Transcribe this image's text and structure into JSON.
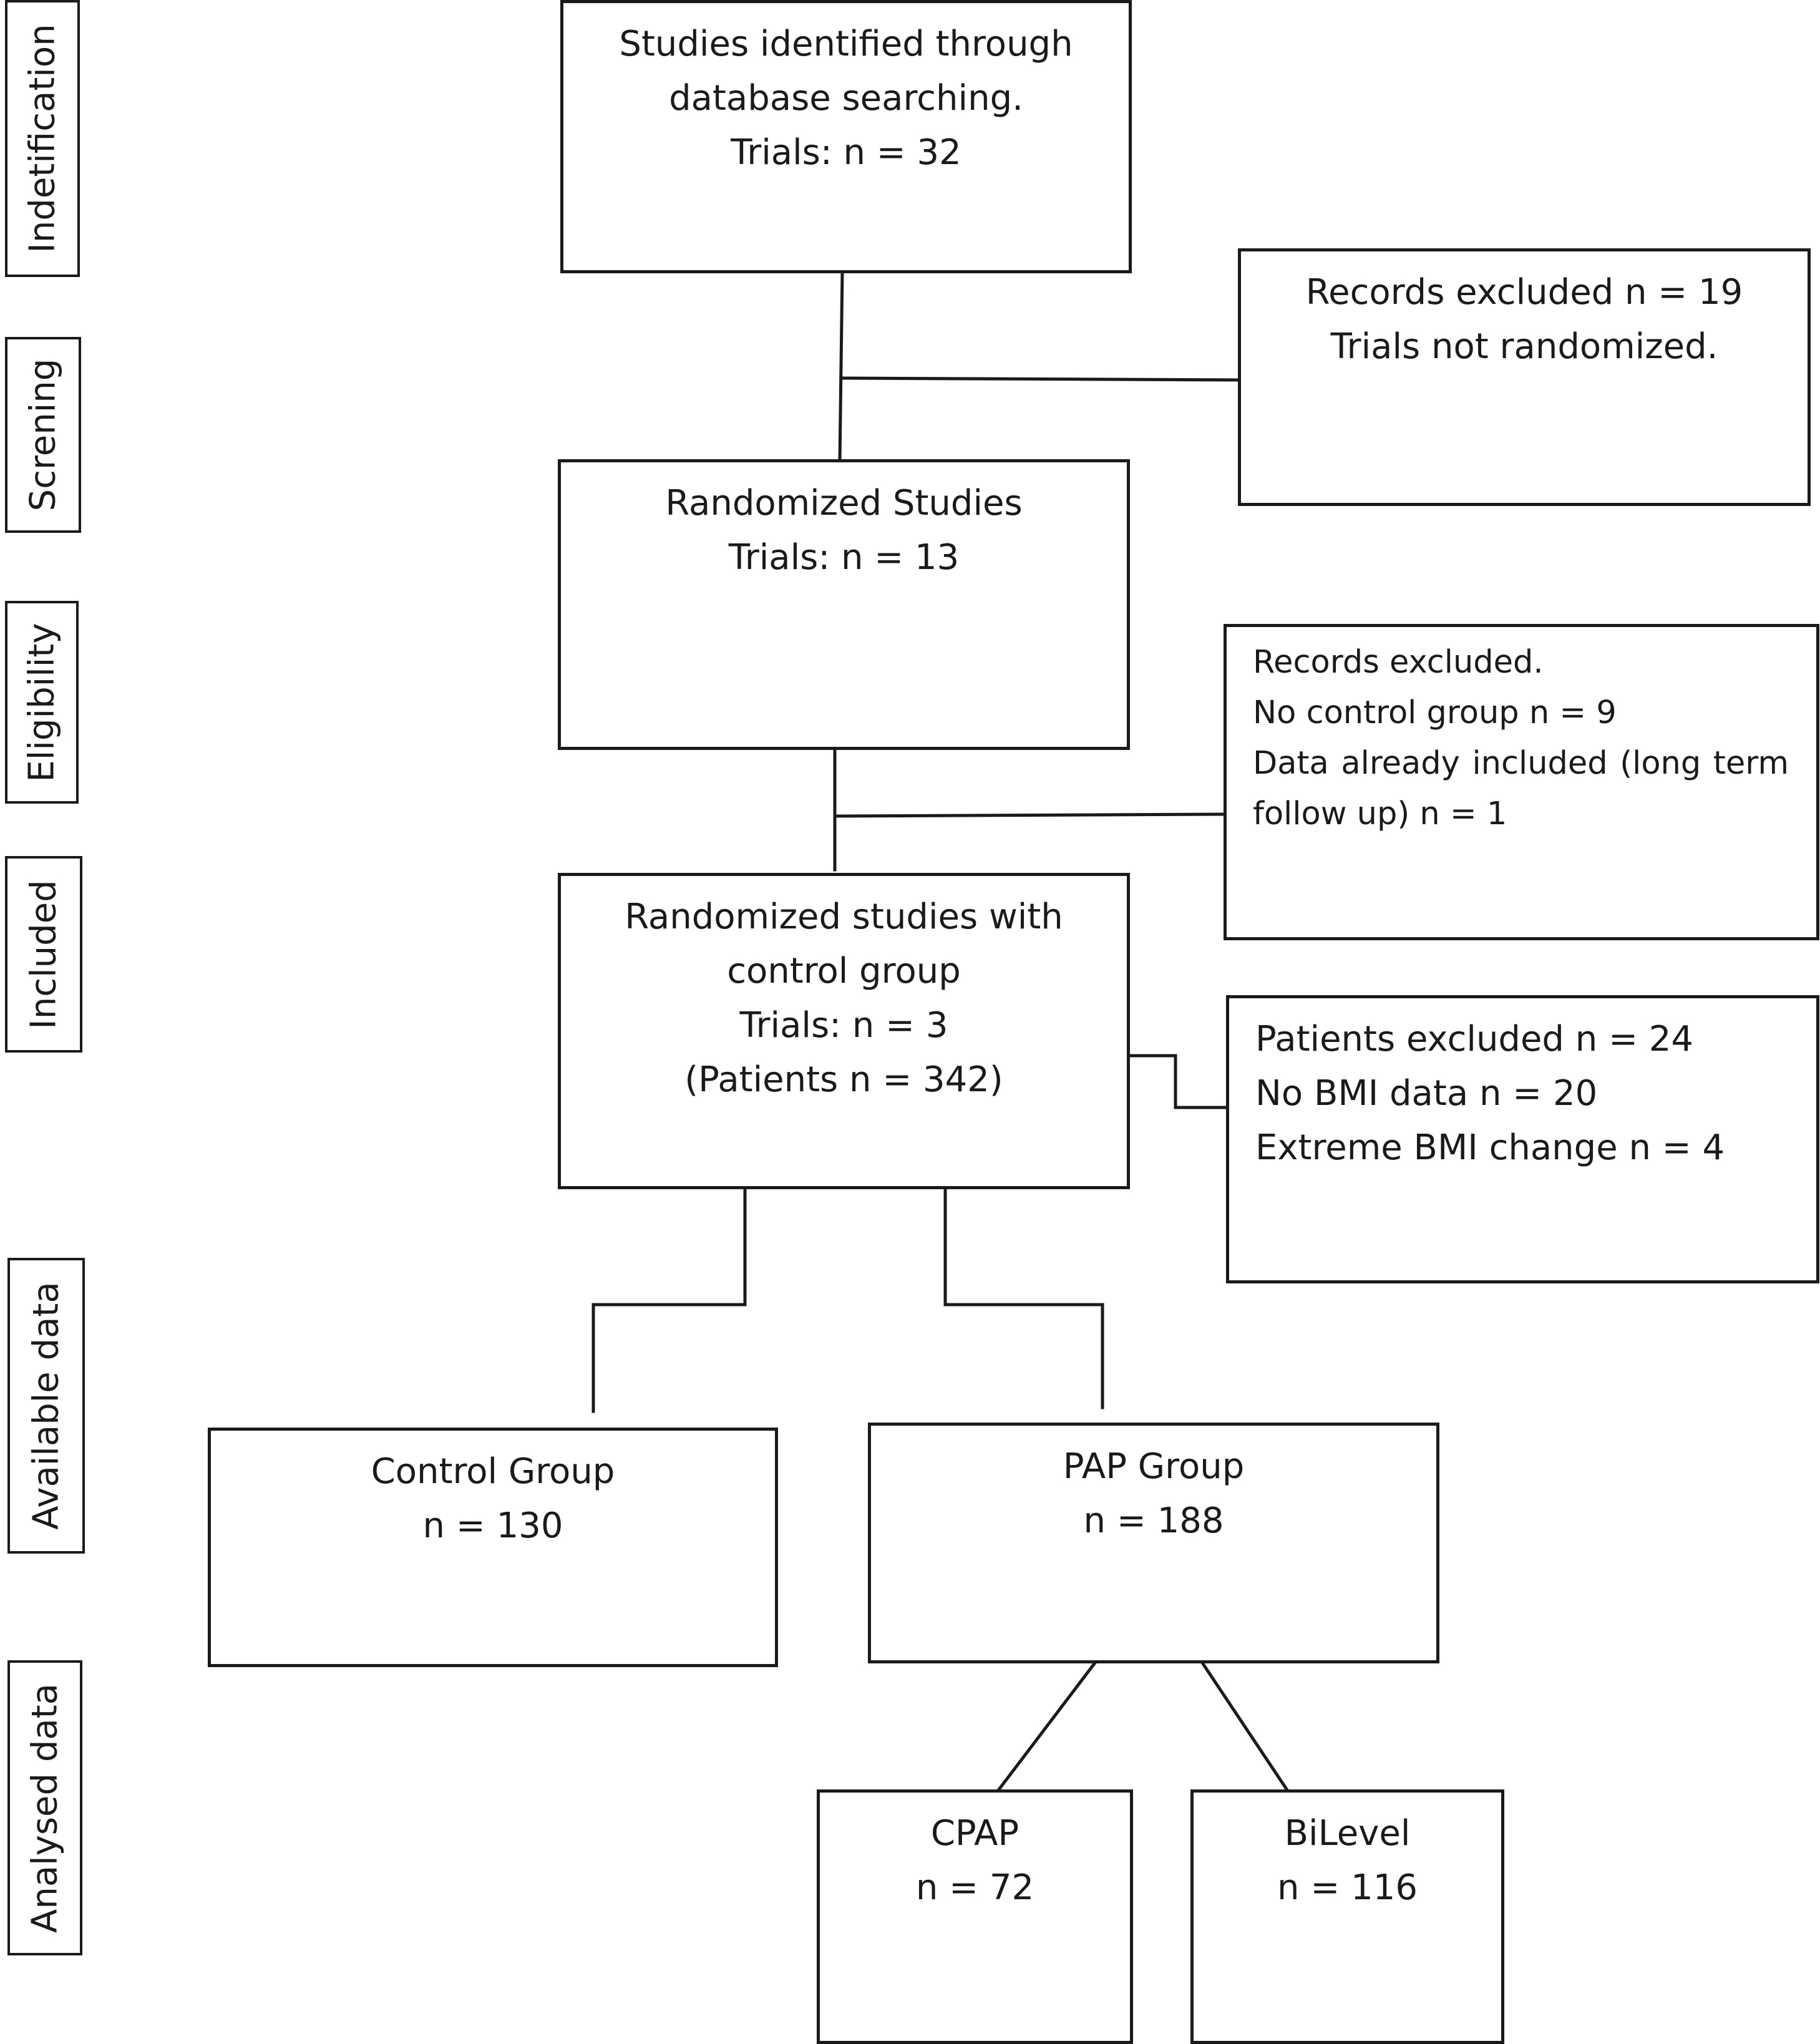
{
  "stages": {
    "identification": "Indetification",
    "screening": "Screning",
    "eligibility": "Eligibility",
    "included": "Included",
    "available": "Available data",
    "analysed": "Analysed data"
  },
  "boxes": {
    "identified": {
      "line1": "Studies identified through",
      "line2": "database searching.",
      "line3": "Trials: n = 32"
    },
    "excluded_screening": {
      "line1": "Records excluded n = 19",
      "line2": "Trials not randomized."
    },
    "randomized": {
      "line1": "Randomized Studies",
      "line2": "Trials: n = 13"
    },
    "excluded_eligibility": {
      "line1": "Records excluded.",
      "line2": "No control group n = 9",
      "line3": "Data already included (long term",
      "line4": "follow up) n = 1"
    },
    "included": {
      "line1": "Randomized studies with",
      "line2": "control group",
      "line3": "Trials: n = 3",
      "line4": "(Patients n = 342)"
    },
    "patients_excluded": {
      "line1": "Patients excluded n = 24",
      "line2": "No BMI data n = 20",
      "line3": "Extreme BMI change n = 4"
    },
    "control": {
      "line1": "Control Group",
      "line2": "n = 130"
    },
    "pap": {
      "line1": "PAP Group",
      "line2": "n = 188"
    },
    "cpap": {
      "line1": "CPAP",
      "line2": "n = 72"
    },
    "bilevel": {
      "line1": "BiLevel",
      "line2": "n = 116"
    }
  }
}
